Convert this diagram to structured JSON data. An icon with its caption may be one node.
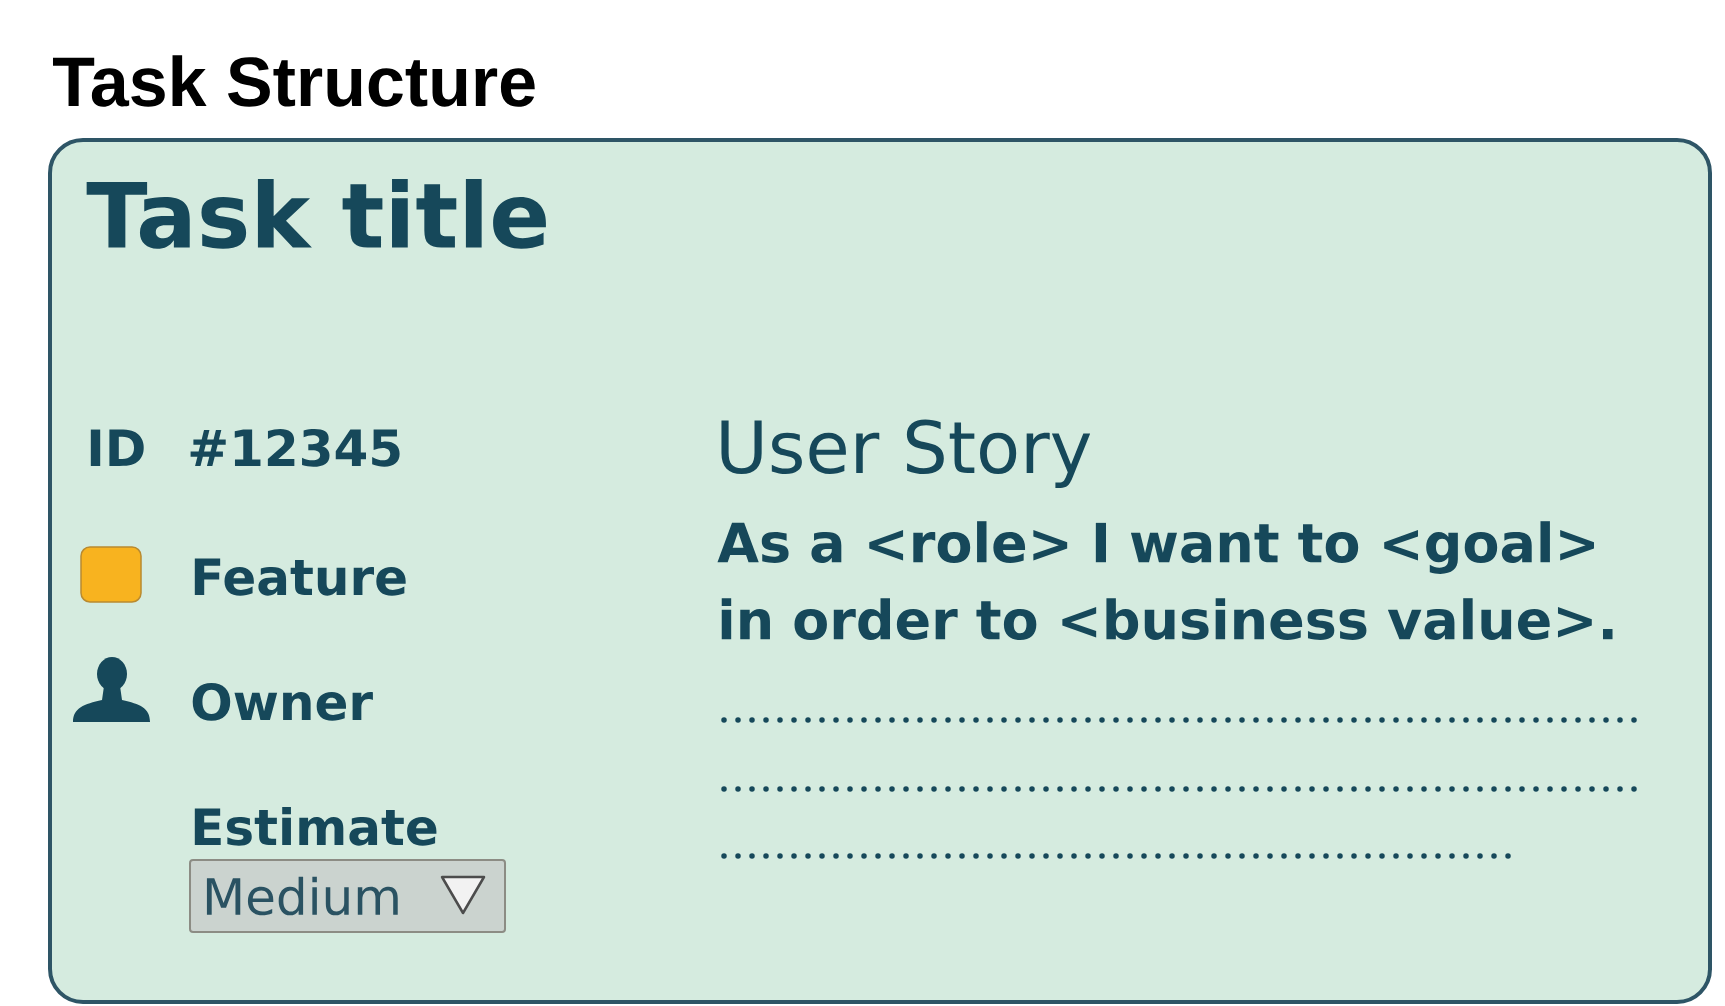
{
  "diagram": {
    "title": "Task Structure",
    "nodes": [
      {
        "text": [
          "Task title",
          "ID",
          "#12345",
          "Feature",
          "Owner",
          "Estimate",
          "User Story",
          "As a <role> I want to <goal> in order to <business value>."
        ]
      },
      {
        "text": [
          "Medium"
        ],
        "in": 0
      }
    ]
  }
}
